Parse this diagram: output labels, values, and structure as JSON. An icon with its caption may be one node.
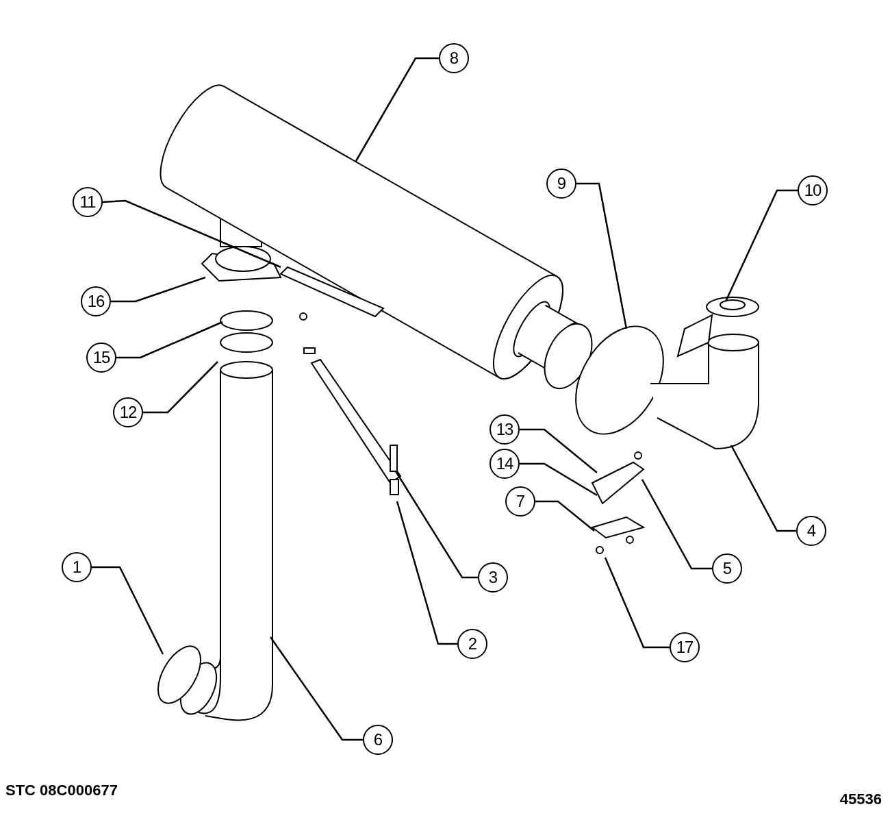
{
  "diagram": {
    "nodes": [
      {
        "text": [
          "8"
        ]
      },
      {
        "text": [
          "11"
        ]
      },
      {
        "text": [
          "9"
        ]
      },
      {
        "text": [
          "10"
        ]
      },
      {
        "text": [
          "16"
        ]
      },
      {
        "text": [
          "15"
        ]
      },
      {
        "text": [
          "12"
        ]
      },
      {
        "text": [
          "13"
        ]
      },
      {
        "text": [
          "14"
        ]
      },
      {
        "text": [
          "7"
        ]
      },
      {
        "text": [
          "4"
        ]
      },
      {
        "text": [
          "5"
        ]
      },
      {
        "text": [
          "3"
        ]
      },
      {
        "text": [
          "1"
        ]
      },
      {
        "text": [
          "2"
        ]
      },
      {
        "text": [
          "17"
        ]
      },
      {
        "text": [
          "6"
        ]
      }
    ],
    "edges": [
      {
        "from": 0,
        "to": null,
        "arrow": "none"
      },
      {
        "from": 1,
        "to": null,
        "arrow": "none"
      },
      {
        "from": 2,
        "to": null,
        "arrow": "none"
      },
      {
        "from": 3,
        "to": null,
        "arrow": "none"
      },
      {
        "from": 4,
        "to": null,
        "arrow": "none"
      },
      {
        "from": 5,
        "to": null,
        "arrow": "none"
      },
      {
        "from": 6,
        "to": null,
        "arrow": "none"
      },
      {
        "from": 7,
        "to": null,
        "arrow": "none"
      },
      {
        "from": 8,
        "to": null,
        "arrow": "none"
      },
      {
        "from": 9,
        "to": null,
        "arrow": "none"
      },
      {
        "from": 10,
        "to": null,
        "arrow": "none"
      },
      {
        "from": 11,
        "to": null,
        "arrow": "none"
      },
      {
        "from": 12,
        "to": null,
        "arrow": "none"
      },
      {
        "from": 13,
        "to": null,
        "arrow": "none"
      },
      {
        "from": 14,
        "to": null,
        "arrow": "none"
      },
      {
        "from": 15,
        "to": null,
        "arrow": "none"
      },
      {
        "from": 16,
        "to": null,
        "arrow": "none"
      }
    ],
    "labels": [
      "STC 08C000677",
      "45536"
    ]
  }
}
